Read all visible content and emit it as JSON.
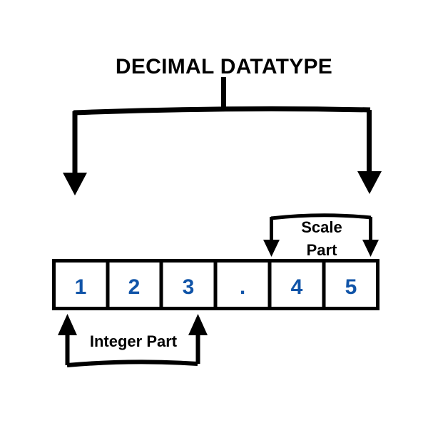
{
  "diagram": {
    "title": "DECIMAL DATATYPE",
    "background_color": "#ffffff",
    "line_color": "#000000",
    "digit_color": "#1054a8",
    "cells": [
      {
        "value": "1",
        "type": "digit"
      },
      {
        "value": "2",
        "type": "digit"
      },
      {
        "value": "3",
        "type": "digit"
      },
      {
        "value": ".",
        "type": "separator"
      },
      {
        "value": "4",
        "type": "digit"
      },
      {
        "value": "5",
        "type": "digit"
      }
    ],
    "number_shown": "123.45",
    "annotations": [
      {
        "id": "scale-part",
        "line1": "Scale",
        "line2": "Part",
        "label": "Scale Part",
        "position": "above",
        "spans_cells": [
          "4",
          "5"
        ]
      },
      {
        "id": "integer-part",
        "line1": "Integer Part",
        "line2": "",
        "label": "Integer Part",
        "position": "below",
        "spans_cells": [
          "1",
          "2",
          "3"
        ]
      }
    ],
    "branches": [
      {
        "id": "branch-left",
        "target": "integer-part"
      },
      {
        "id": "branch-right",
        "target": "scale-part"
      }
    ]
  }
}
